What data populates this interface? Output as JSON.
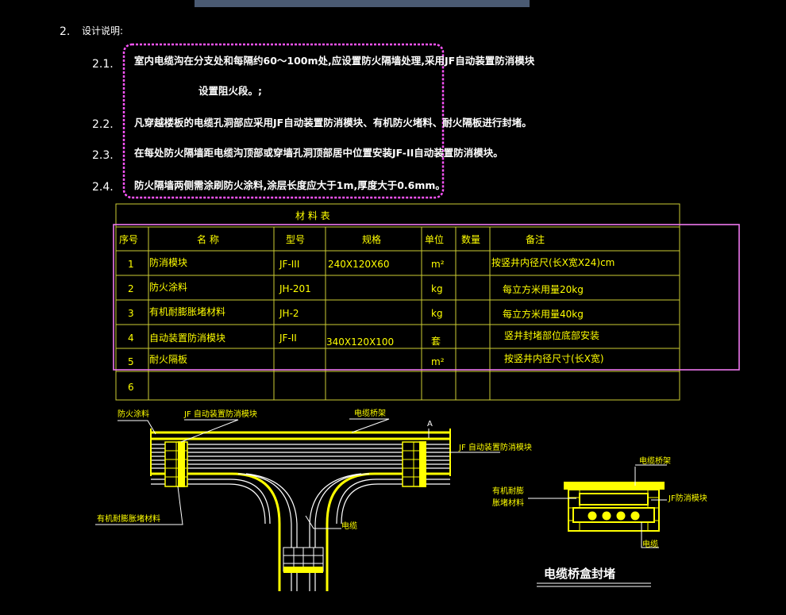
{
  "notes": {
    "heading_num": "2.",
    "heading_label": "设计说明:",
    "items": [
      {
        "num": "2.1.",
        "line1": "室内电缆沟在分支处和每隔约60～100m处,应设置防火隔墙处理,采用JF自动装置防消模块",
        "line2": "设置阻火段。;"
      },
      {
        "num": "2.2.",
        "line1": "凡穿越楼板的电缆孔洞部应采用JF自动装置防消模块、有机防火堵料、耐火隔板进行封堵。"
      },
      {
        "num": "2.3.",
        "line1": "在每处防火隔墙距电缆沟顶部或穿墙孔洞顶部居中位置安装JF-II自动装置防消模块。"
      },
      {
        "num": "2.4.",
        "line1": "防火隔墙两侧需涂刷防火涂料,涂层长度应大于1m,厚度大于0.6mm。"
      }
    ]
  },
  "table": {
    "title": "材 料 表",
    "headers": [
      "序号",
      "名  称",
      "型号",
      "规格",
      "单位",
      "数量",
      "备注"
    ],
    "rows": [
      [
        "1",
        "防消模块",
        "JF-III",
        "240X120X60",
        "m²",
        "",
        "按竖井内径尺(长X宽X24)cm"
      ],
      [
        "2",
        "防火涂料",
        "JH-201",
        "",
        "kg",
        "",
        "每立方米用量20kg"
      ],
      [
        "3",
        "有机耐膨胀堵材料",
        "JH-2",
        "",
        "kg",
        "",
        "每立方米用量40kg"
      ],
      [
        "4",
        "自动装置防消模块",
        "JF-II",
        "340X120X100",
        "套",
        "",
        "竖井封堵部位底部安装"
      ],
      [
        "5",
        "耐火隔板",
        "",
        "",
        "m²",
        "",
        "按竖井内径尺寸(长X宽)"
      ],
      [
        "6",
        "",
        "",
        "",
        "",
        "",
        ""
      ]
    ]
  },
  "drawing": {
    "label_fireproof_paint": "防火涂料",
    "label_jf_module_top": "JF 自动装置防消模块",
    "label_cable_tray_top": "电缆桥架",
    "label_a": "A",
    "label_jf_module_right": "JF 自动装置防消模块",
    "label_organic_sealant": "有机耐膨胀堵材料",
    "label_cable": "电缆"
  },
  "section": {
    "label_cable_tray": "电缆桥架",
    "label_organic_1": "有机耐膨",
    "label_organic_2": "胀堵材料",
    "label_jf_module": "JF防消模块",
    "label_cable": "电缆",
    "title": "电缆桥盒封堵"
  }
}
